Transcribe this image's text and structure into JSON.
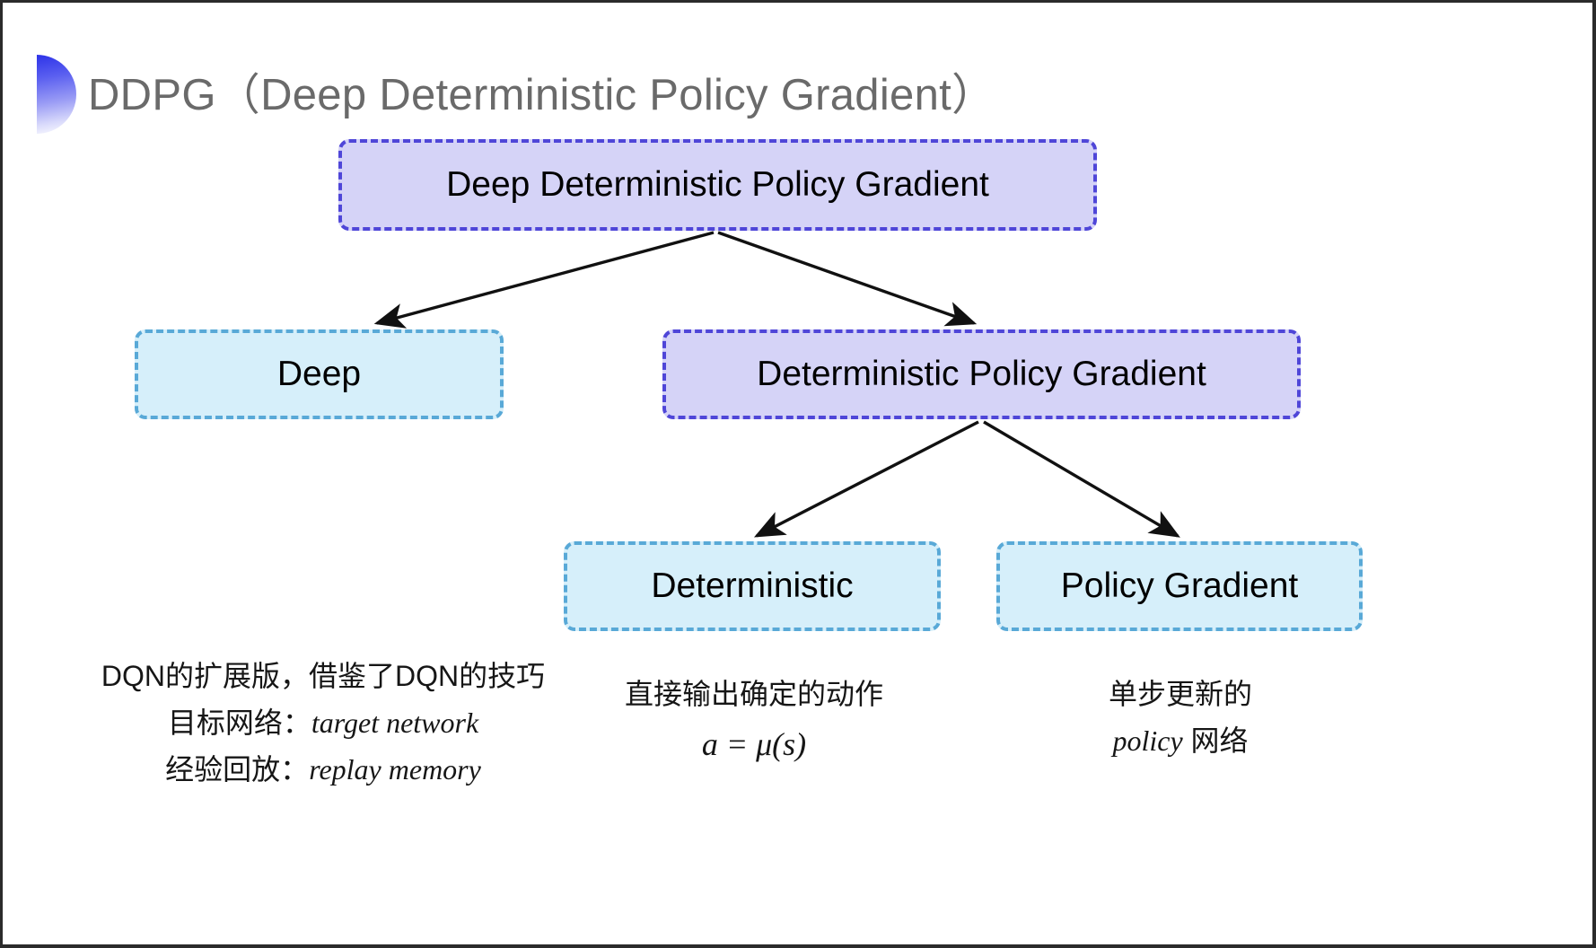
{
  "slide": {
    "title": "DDPG（Deep Deterministic Policy Gradient）",
    "decoration_icon": "half-circle-gradient-icon",
    "background_color": "#ffffff",
    "title_color": "#6a6a6a",
    "accent_color": "#2d33e8"
  },
  "palette": {
    "purple_fill": "#d5d3f7",
    "purple_border": "#4f46d8",
    "cyan_fill": "#d6effa",
    "cyan_border": "#59a9d7",
    "arrow_color": "#111111"
  },
  "diagram": {
    "type": "tree",
    "nodes": {
      "root": {
        "label": "Deep Deterministic Policy Gradient",
        "style": "purple"
      },
      "deep": {
        "label": "Deep",
        "style": "cyan"
      },
      "dpg": {
        "label": "Deterministic Policy Gradient",
        "style": "purple"
      },
      "deterministic": {
        "label": "Deterministic",
        "style": "cyan"
      },
      "policy_gradient": {
        "label": "Policy Gradient",
        "style": "cyan"
      }
    },
    "edges": [
      {
        "from": "root",
        "to": "deep"
      },
      {
        "from": "root",
        "to": "dpg"
      },
      {
        "from": "dpg",
        "to": "deterministic"
      },
      {
        "from": "dpg",
        "to": "policy_gradient"
      }
    ]
  },
  "annotations": {
    "deep": {
      "line1": "DQN的扩展版，借鉴了DQN的技巧",
      "line2_label": "目标网络：",
      "line2_term": "target network",
      "line3_label": "经验回放：",
      "line3_term": "replay memory"
    },
    "deterministic": {
      "line1": "直接输出确定的动作",
      "formula": "a = μ(s)"
    },
    "policy_gradient": {
      "line1": "单步更新的",
      "line2_term": "policy",
      "line2_suffix": " 网络"
    }
  }
}
